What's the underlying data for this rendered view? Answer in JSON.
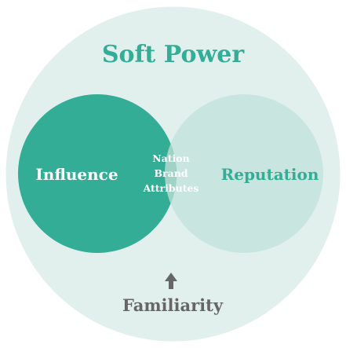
{
  "title": "Soft Power",
  "left_circle_label": "Influence",
  "right_circle_label": "Reputation",
  "intersection_label": {
    "line1": "Nation",
    "line2": "Brand",
    "line3": "Attributes"
  },
  "bottom_label": "Familiarity",
  "colors": {
    "outer_circle": "#e1f0ed",
    "left_circle": "#33ad95",
    "right_circle": "#c8e6df",
    "intersection": "#a1d2c6",
    "title_text": "#33ad95",
    "right_label_text": "#33ad95",
    "white_text": "#ffffff",
    "bottom_text": "#666666",
    "arrow": "#666666"
  },
  "icons": {
    "arrow": "arrow-up-icon"
  }
}
